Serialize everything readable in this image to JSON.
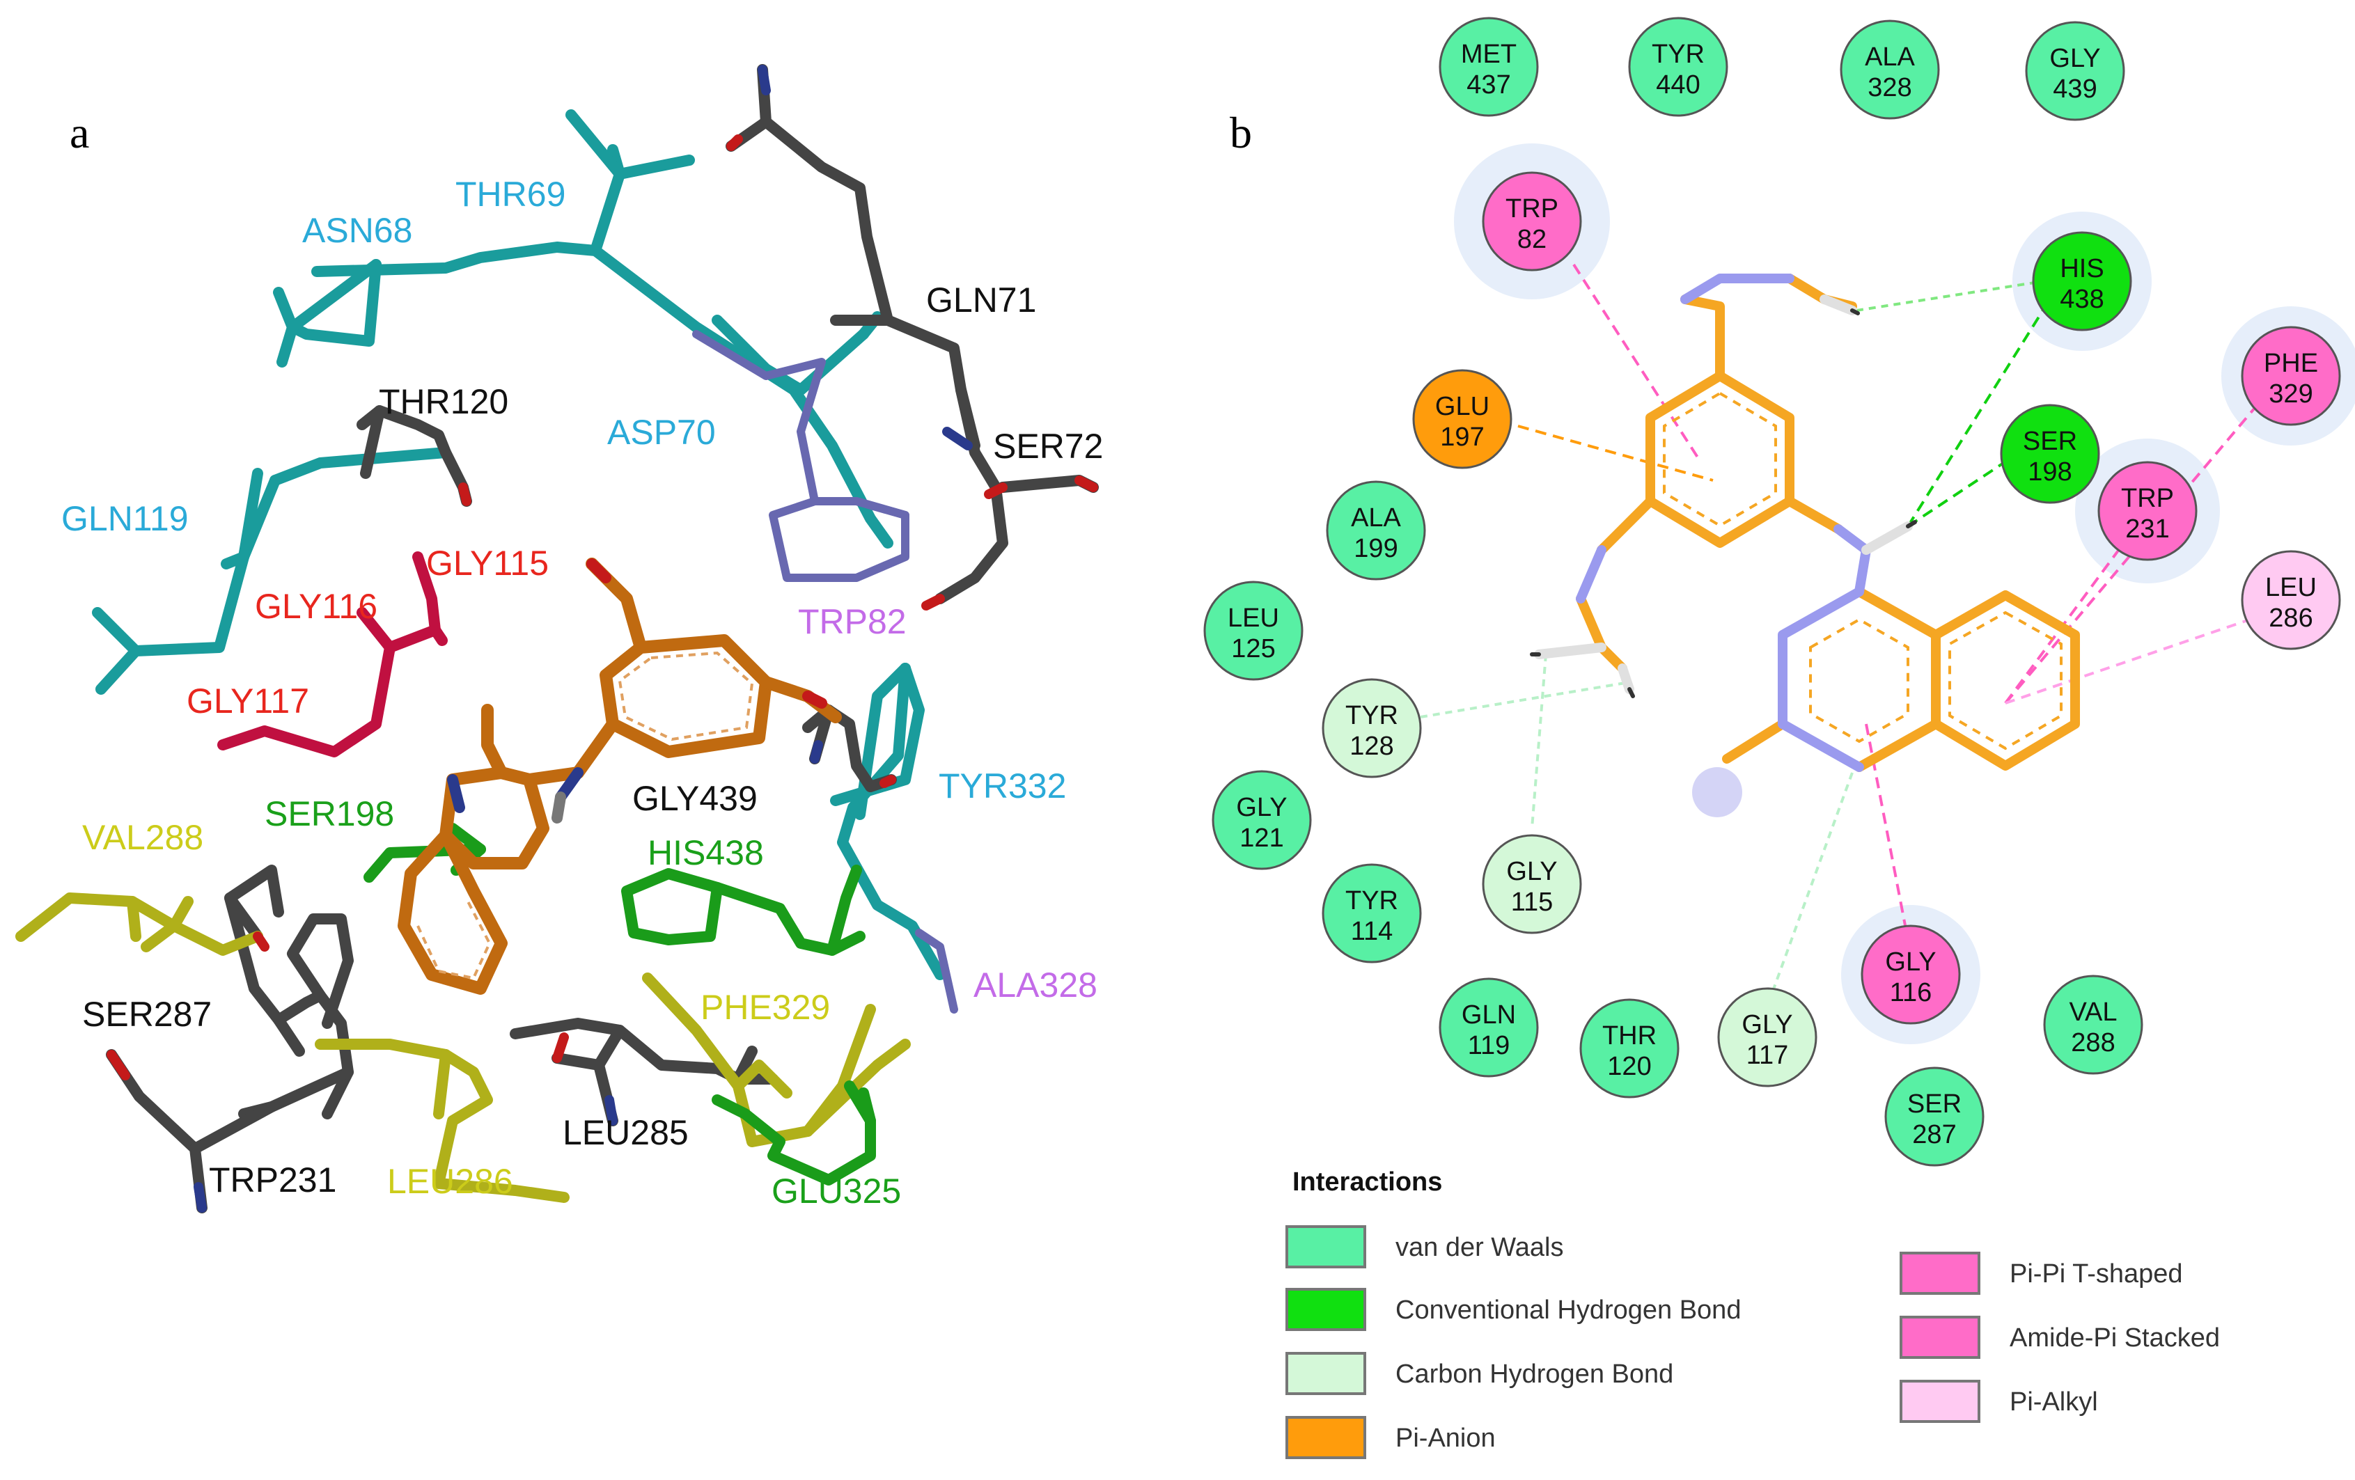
{
  "panels": {
    "a": "a",
    "b": "b"
  },
  "structure_labels": [
    {
      "id": "thr69",
      "text": "THR69",
      "color": "#2aaad8"
    },
    {
      "id": "asn68",
      "text": "ASN68",
      "color": "#2aaad8"
    },
    {
      "id": "gln71",
      "text": "GLN71",
      "color": "#111111"
    },
    {
      "id": "thr120",
      "text": "THR120",
      "color": "#111111"
    },
    {
      "id": "asp70",
      "text": "ASP70",
      "color": "#2aaad8"
    },
    {
      "id": "ser72",
      "text": "SER72",
      "color": "#111111"
    },
    {
      "id": "gln119",
      "text": "GLN119",
      "color": "#2aaad8"
    },
    {
      "id": "gly115",
      "text": "GLY115",
      "color": "#e8261e"
    },
    {
      "id": "gly116",
      "text": "GLY116",
      "color": "#e8261e"
    },
    {
      "id": "trp82",
      "text": "TRP82",
      "color": "#c36be8"
    },
    {
      "id": "gly117",
      "text": "GLY117",
      "color": "#e8261e"
    },
    {
      "id": "ser198",
      "text": "SER198",
      "color": "#1aa01a"
    },
    {
      "id": "gly439",
      "text": "GLY439",
      "color": "#111111"
    },
    {
      "id": "tyr332",
      "text": "TYR332",
      "color": "#2aaad8"
    },
    {
      "id": "val288",
      "text": "VAL288",
      "color": "#cccc1a"
    },
    {
      "id": "his438",
      "text": "HIS438",
      "color": "#1aa01a"
    },
    {
      "id": "ala328",
      "text": "ALA328",
      "color": "#c36be8"
    },
    {
      "id": "ser287",
      "text": "SER287",
      "color": "#111111"
    },
    {
      "id": "phe329",
      "text": "PHE329",
      "color": "#cccc1a"
    },
    {
      "id": "leu285",
      "text": "LEU285",
      "color": "#111111"
    },
    {
      "id": "trp231",
      "text": "TRP231",
      "color": "#111111"
    },
    {
      "id": "leu286",
      "text": "LEU286",
      "color": "#cccc1a"
    },
    {
      "id": "glu325",
      "text": "GLU325",
      "color": "#1aa01a"
    }
  ],
  "residues": [
    {
      "id": "met437",
      "name": "MET",
      "num": "437",
      "type": "vdw"
    },
    {
      "id": "tyr440",
      "name": "TYR",
      "num": "440",
      "type": "vdw"
    },
    {
      "id": "ala328",
      "name": "ALA",
      "num": "328",
      "type": "vdw"
    },
    {
      "id": "gly439",
      "name": "GLY",
      "num": "439",
      "type": "vdw"
    },
    {
      "id": "trp82",
      "name": "TRP",
      "num": "82",
      "type": "pipi"
    },
    {
      "id": "his438",
      "name": "HIS",
      "num": "438",
      "type": "hbond"
    },
    {
      "id": "phe329",
      "name": "PHE",
      "num": "329",
      "type": "pipi"
    },
    {
      "id": "glu197",
      "name": "GLU",
      "num": "197",
      "type": "anion"
    },
    {
      "id": "ser198",
      "name": "SER",
      "num": "198",
      "type": "hbond"
    },
    {
      "id": "trp231",
      "name": "TRP",
      "num": "231",
      "type": "pipi"
    },
    {
      "id": "ala199",
      "name": "ALA",
      "num": "199",
      "type": "vdw"
    },
    {
      "id": "leu286",
      "name": "LEU",
      "num": "286",
      "type": "alkyl"
    },
    {
      "id": "leu125",
      "name": "LEU",
      "num": "125",
      "type": "vdw"
    },
    {
      "id": "tyr128",
      "name": "TYR",
      "num": "128",
      "type": "chb"
    },
    {
      "id": "gly121",
      "name": "GLY",
      "num": "121",
      "type": "vdw"
    },
    {
      "id": "gly115",
      "name": "GLY",
      "num": "115",
      "type": "chb"
    },
    {
      "id": "tyr114",
      "name": "TYR",
      "num": "114",
      "type": "vdw"
    },
    {
      "id": "gly116",
      "name": "GLY",
      "num": "116",
      "type": "amide"
    },
    {
      "id": "val288",
      "name": "VAL",
      "num": "288",
      "type": "vdw"
    },
    {
      "id": "gln119",
      "name": "GLN",
      "num": "119",
      "type": "vdw"
    },
    {
      "id": "thr120",
      "name": "THR",
      "num": "120",
      "type": "vdw"
    },
    {
      "id": "gly117",
      "name": "GLY",
      "num": "117",
      "type": "chb"
    },
    {
      "id": "ser287",
      "name": "SER",
      "num": "287",
      "type": "vdw"
    }
  ],
  "interaction_colors": {
    "vdw": "#58f0a4",
    "hbond": "#10e010",
    "chb": "#d4f8d8",
    "anion": "#ff9c0c",
    "pipi": "#ff6cc8",
    "amide": "#ff6cc8",
    "alkyl": "#ffcaf2"
  },
  "legend": {
    "title": "Interactions",
    "items": [
      {
        "label": "van der Waals",
        "type": "vdw"
      },
      {
        "label": "Conventional Hydrogen Bond",
        "type": "hbond"
      },
      {
        "label": "Carbon Hydrogen Bond",
        "type": "chb"
      },
      {
        "label": "Pi-Anion",
        "type": "anion"
      },
      {
        "label": "Pi-Pi T-shaped",
        "type": "pipi"
      },
      {
        "label": "Amide-Pi Stacked",
        "type": "amide"
      },
      {
        "label": "Pi-Alkyl",
        "type": "alkyl"
      }
    ]
  }
}
